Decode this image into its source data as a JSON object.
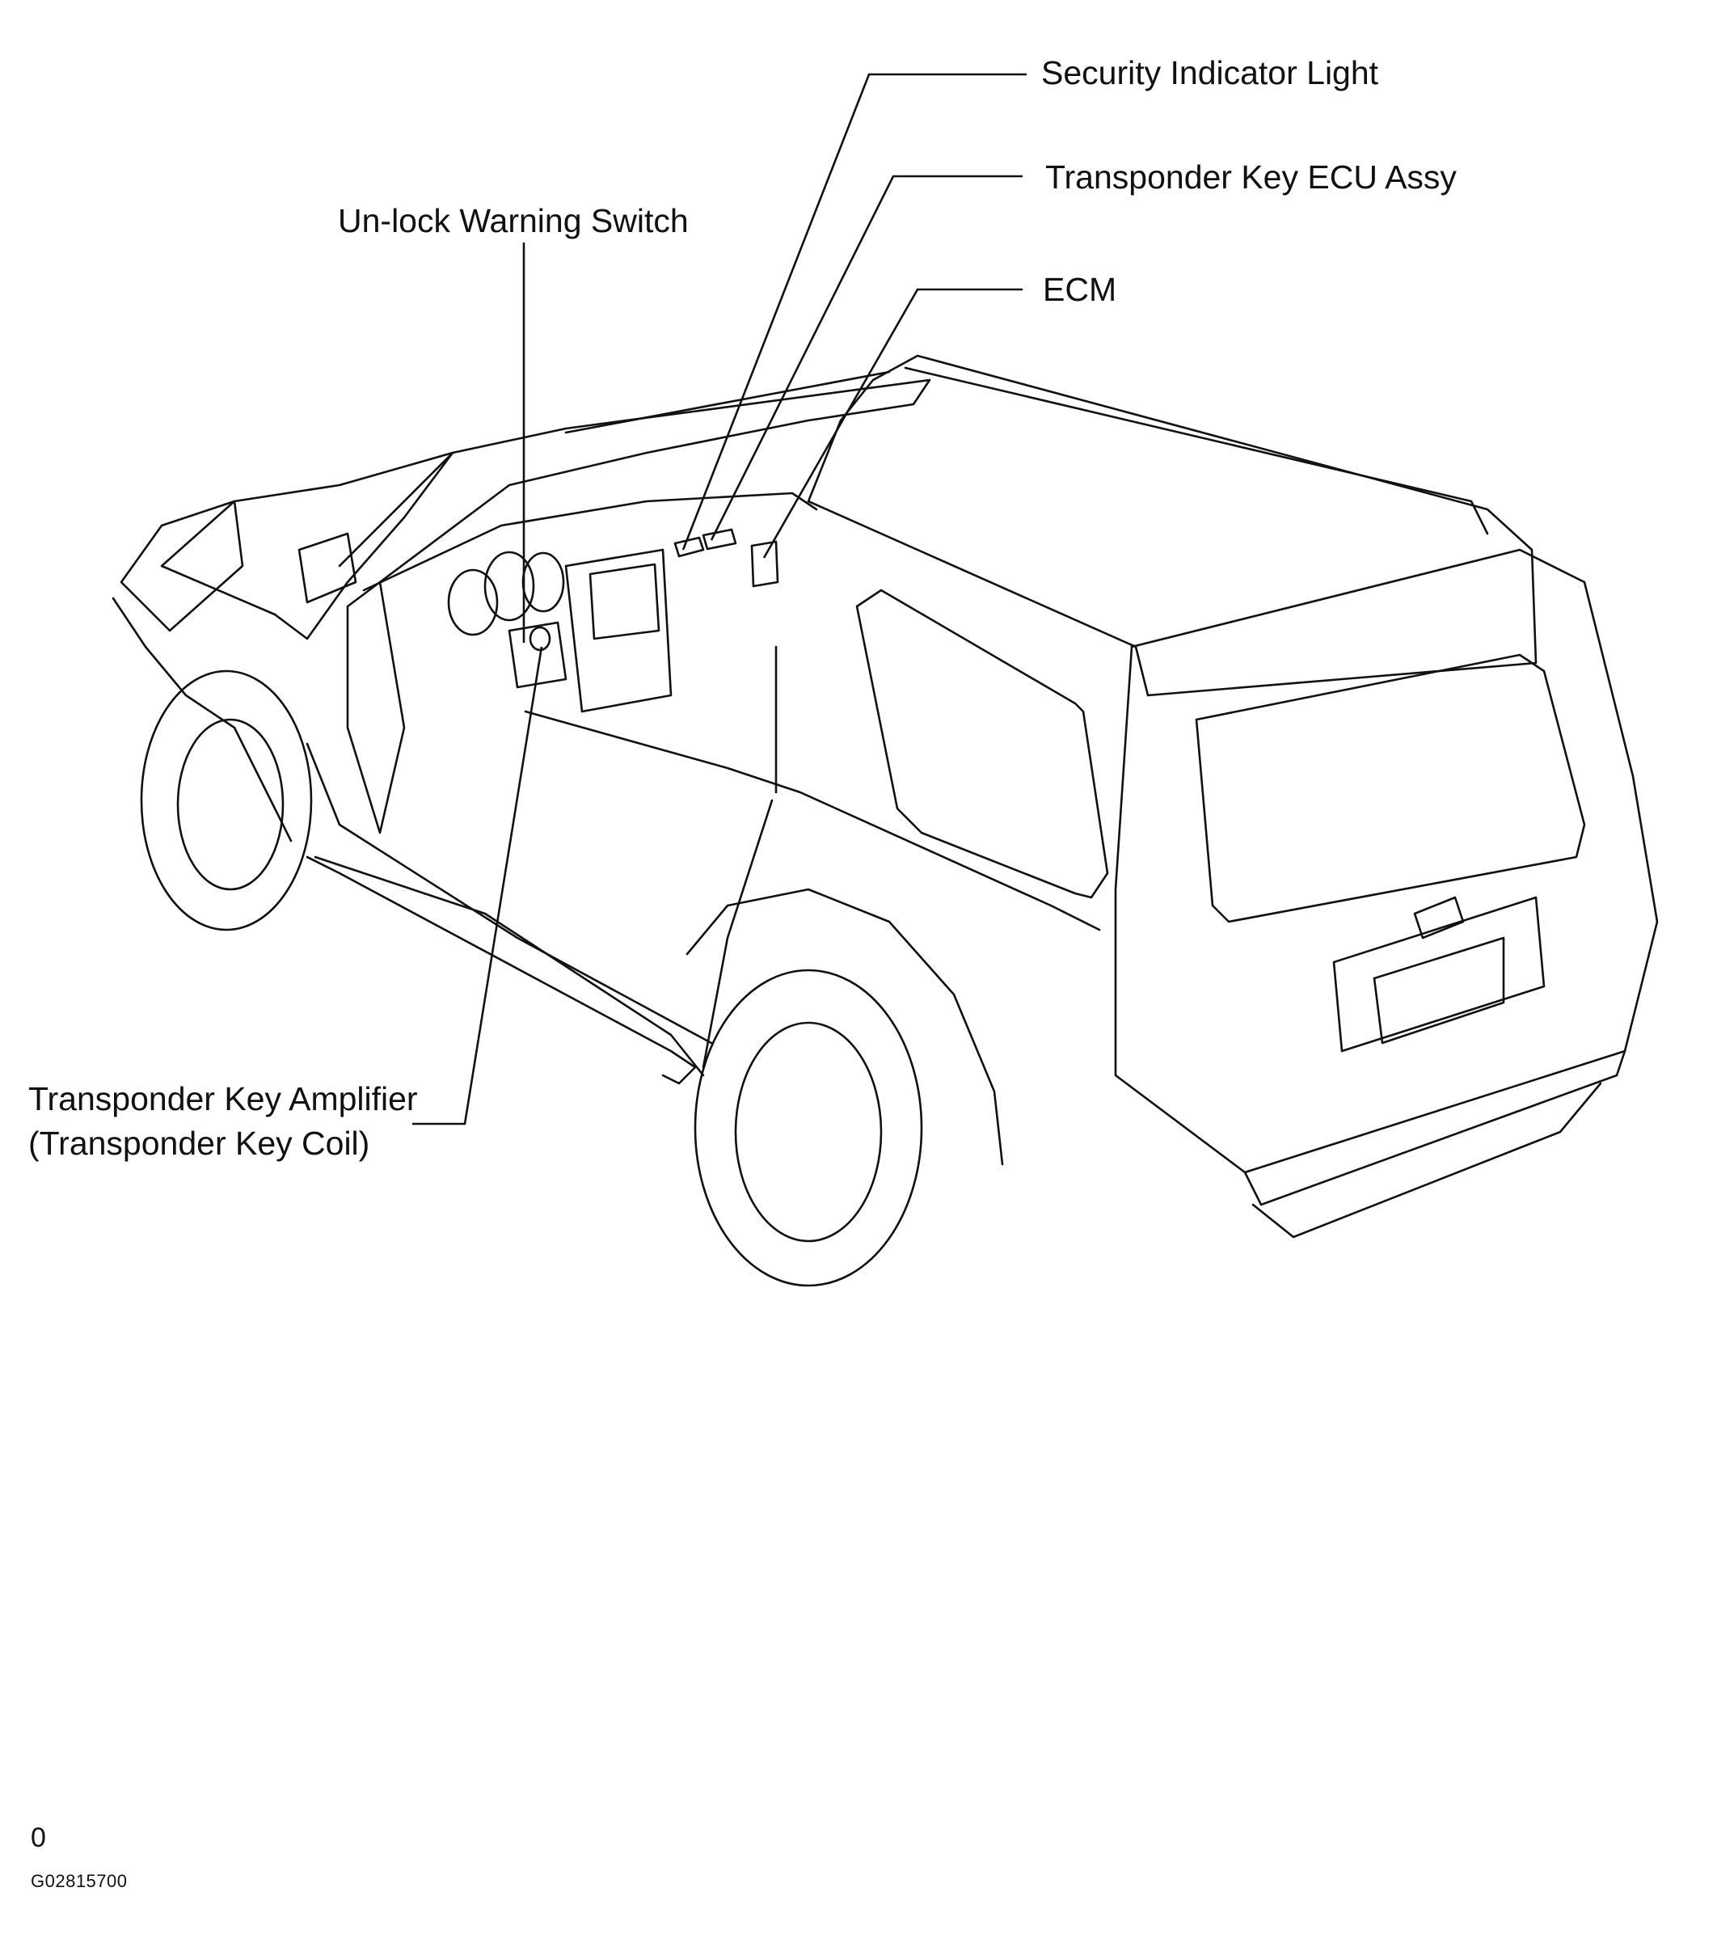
{
  "labels": {
    "security_indicator_light": "Security Indicator Light",
    "transponder_key_ecu_assy": "Transponder Key ECU Assy",
    "ecm": "ECM",
    "unlock_warning_switch": "Un-lock  Warning Switch",
    "transponder_key_amplifier_line1": "Transponder Key Amplifier",
    "transponder_key_amplifier_line2": "(Transponder Key Coil)"
  },
  "footer": {
    "mark": "0",
    "figure_code": "G02815700"
  }
}
